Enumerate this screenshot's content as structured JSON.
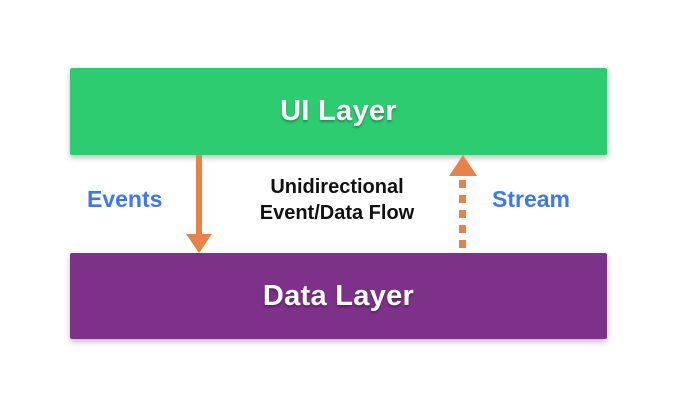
{
  "diagram": {
    "title": "Unidirectional Event/Data Flow",
    "ui_layer": {
      "label": "UI Layer",
      "color": "#2ECC71"
    },
    "data_layer": {
      "label": "Data Layer",
      "color": "#7D3189"
    },
    "left_arrow": {
      "label": "Events",
      "direction": "down",
      "style": "solid"
    },
    "right_arrow": {
      "label": "Stream",
      "direction": "up",
      "style": "dashed"
    },
    "caption_line1": "Unidirectional",
    "caption_line2": "Event/Data Flow",
    "colors": {
      "arrow_orange": "#E8824B",
      "label_blue": "#3C78F0",
      "caption_text": "#111111",
      "box_text": "#FFFFFF",
      "background": "#FFFFFF"
    }
  }
}
